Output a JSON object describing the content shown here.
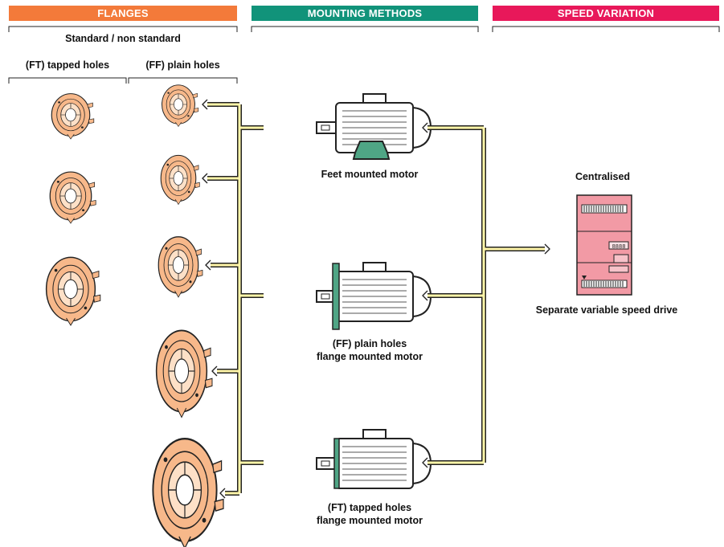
{
  "headers": {
    "flanges": "FLANGES",
    "mounting": "MOUNTING METHODS",
    "speed": "SPEED VARIATION"
  },
  "colors": {
    "flanges": "#f37a3a",
    "mounting": "#11937a",
    "speed": "#e8185a",
    "flange_fill": "#f7b88a",
    "pipe_fill": "#fff5a8",
    "drive_fill": "#f29aa5",
    "flange_mount": "#4fa585"
  },
  "flanges": {
    "subtitle": "Standard / non standard",
    "tapped_label": "(FT) tapped holes",
    "plain_label": "(FF) plain holes"
  },
  "motors": [
    {
      "label1": "Feet mounted motor",
      "label2": ""
    },
    {
      "label1": "(FF) plain holes",
      "label2": "flange mounted motor"
    },
    {
      "label1": "(FT) tapped holes",
      "label2": "flange mounted motor"
    }
  ],
  "speed": {
    "centralised": "Centralised",
    "drive_label": "Separate variable speed drive"
  }
}
